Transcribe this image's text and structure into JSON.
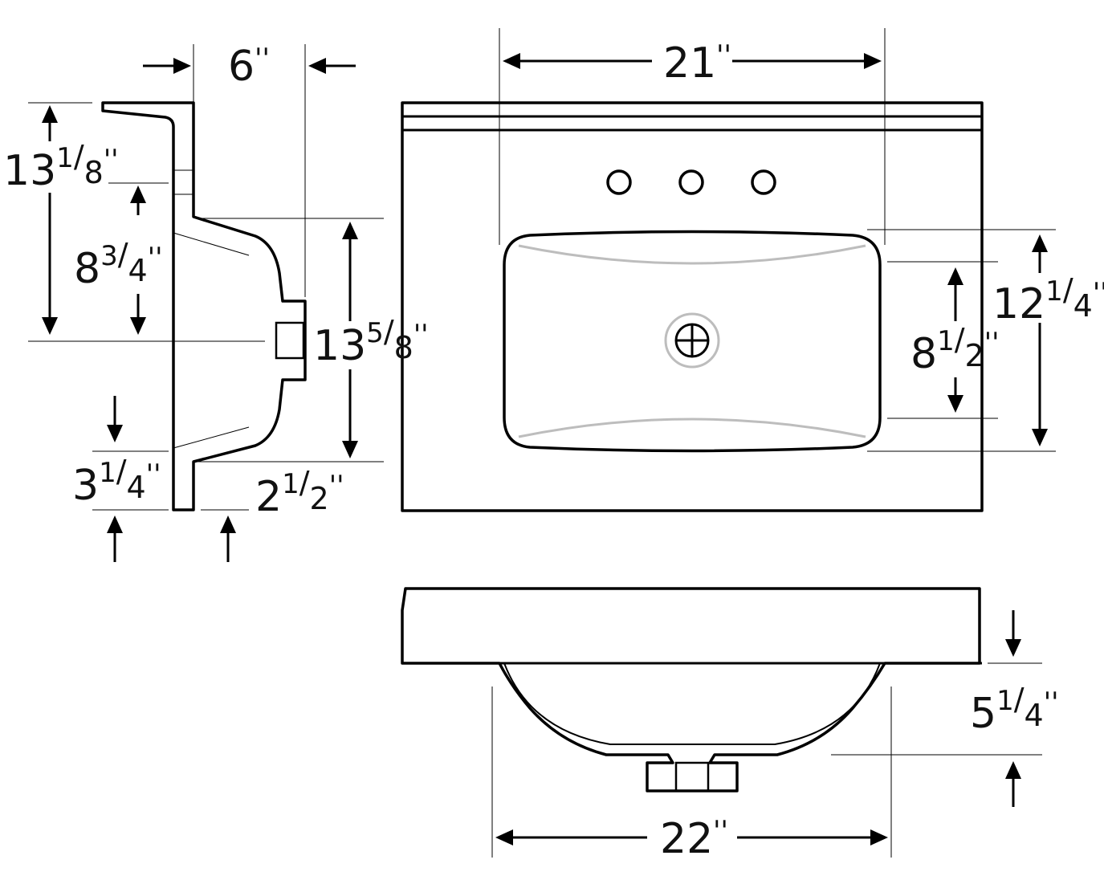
{
  "colors": {
    "line": "#000000",
    "guide": "#bdbdbd",
    "background": "#ffffff"
  },
  "dimensions": {
    "side_top_width": {
      "whole": "6",
      "num": "",
      "den": "",
      "mark": "''"
    },
    "side_total_height": {
      "whole": "13",
      "num": "1",
      "den": "8",
      "mark": "''"
    },
    "side_bowl_depth": {
      "whole": "8",
      "num": "3",
      "den": "4",
      "mark": "''"
    },
    "side_overall_height": {
      "whole": "13",
      "num": "5",
      "den": "8",
      "mark": "''"
    },
    "side_lip_height": {
      "whole": "3",
      "num": "1",
      "den": "4",
      "mark": "''"
    },
    "side_lip_width": {
      "whole": "2",
      "num": "1",
      "den": "2",
      "mark": "''"
    },
    "top_bowl_width": {
      "whole": "21",
      "num": "",
      "den": "",
      "mark": "''"
    },
    "top_bowl_front_back": {
      "whole": "8",
      "num": "1",
      "den": "2",
      "mark": "''"
    },
    "top_bowl_length": {
      "whole": "12",
      "num": "1",
      "den": "4",
      "mark": "''"
    },
    "front_bowl_depth": {
      "whole": "5",
      "num": "1",
      "den": "4",
      "mark": "''"
    },
    "front_bowl_width": {
      "whole": "22",
      "num": "",
      "den": "",
      "mark": "''"
    }
  }
}
